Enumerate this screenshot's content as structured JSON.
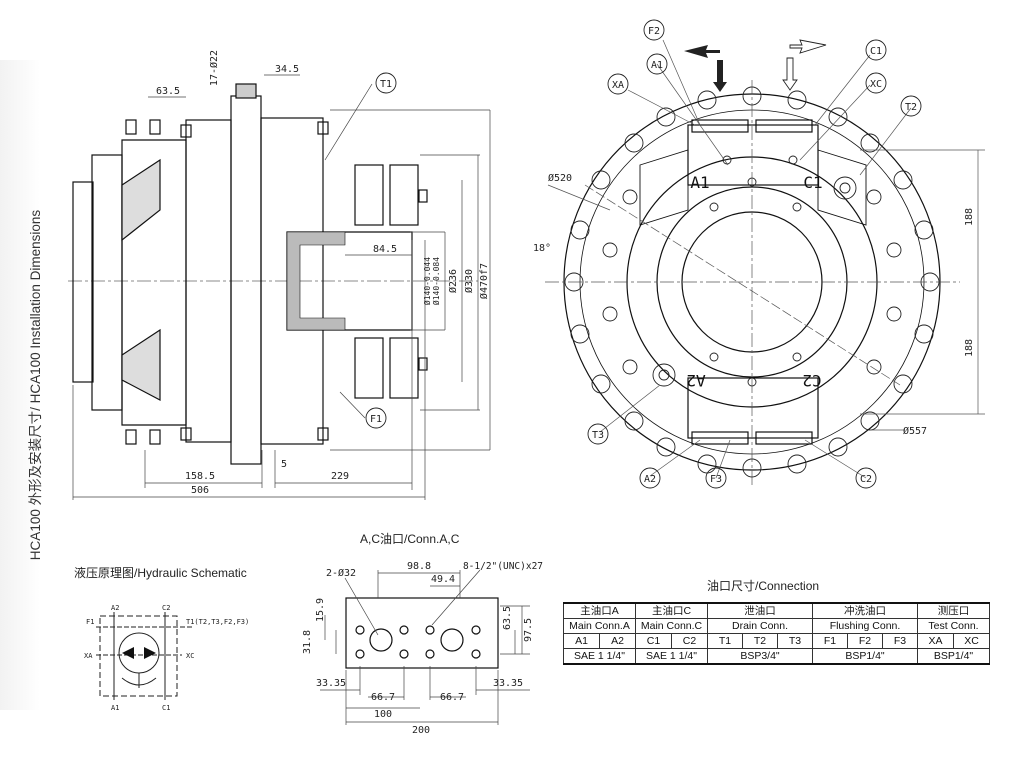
{
  "side_title": "HCA100 外形及安装尺寸/ HCA100 Installation Dimensions",
  "side_view": {
    "dims": [
      "17-Ø22",
      "34.5",
      "63.5",
      "84.5",
      "Ø140-0.044",
      "Ø140-0.084",
      "Ø236",
      "Ø330",
      "Ø470f7",
      "158.5",
      "5",
      "229",
      "506"
    ],
    "callouts": [
      "T1",
      "F1"
    ]
  },
  "front_view": {
    "callouts": [
      "F2",
      "A1",
      "XA",
      "C1",
      "XC",
      "T2",
      "T3",
      "A2",
      "F3",
      "C2"
    ],
    "port_marks": [
      "A1",
      "C1",
      "A2",
      "C2"
    ],
    "dims": [
      "Ø520",
      "18°",
      "188",
      "188",
      "Ø557"
    ]
  },
  "schematic": {
    "title": "液压原理图/Hydraulic Schematic",
    "labels": [
      "A2",
      "C2",
      "F1",
      "T1(T2,T3,F2,F3)",
      "XA",
      "XC",
      "A1",
      "C1"
    ]
  },
  "conn_ac": {
    "title": "A,C油口/Conn.A,C",
    "dims": [
      "2-Ø32",
      "98.8",
      "49.4",
      "8-1/2\"(UNC)x27",
      "15.9",
      "31.8",
      "63.5",
      "97.5",
      "33.35",
      "66.7",
      "66.7",
      "33.35",
      "100",
      "200"
    ]
  },
  "connection": {
    "title": "油口尺寸/Connection",
    "groups": [
      {
        "cn": "主油口A",
        "en": "Main Conn.A",
        "ports": [
          "A1",
          "A2"
        ],
        "spec": "SAE 1 1/4\""
      },
      {
        "cn": "主油口C",
        "en": "Main Conn.C",
        "ports": [
          "C1",
          "C2"
        ],
        "spec": "SAE 1 1/4\""
      },
      {
        "cn": "泄油口",
        "en": "Drain Conn.",
        "ports": [
          "T1",
          "T2",
          "T3"
        ],
        "spec": "BSP3/4\""
      },
      {
        "cn": "冲洗油口",
        "en": "Flushing Conn.",
        "ports": [
          "F1",
          "F2",
          "F3"
        ],
        "spec": "BSP1/4\""
      },
      {
        "cn": "测压口",
        "en": "Test Conn.",
        "ports": [
          "XA",
          "XC"
        ],
        "spec": "BSP1/4\""
      }
    ]
  }
}
